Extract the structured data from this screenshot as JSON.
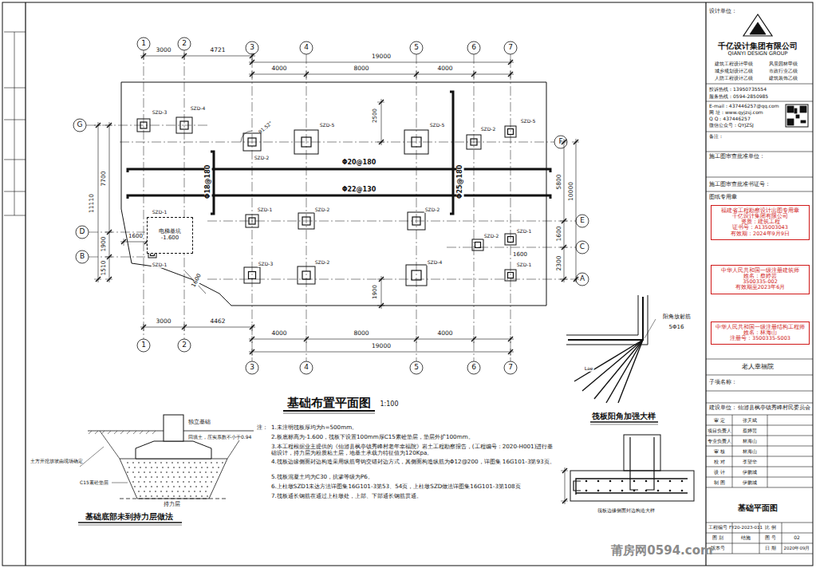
{
  "diagram": {
    "title": "基础布置平面图",
    "nodes": [
      {
        "text": [
          "电梯基坑",
          "-1.600"
        ]
      },
      {
        "text": [
          "福建省工程勘察设计出图专用章",
          "千亿设计集团有限公司",
          "资质：建筑工程",
          "证书号：A135003043",
          "有效期：2024年9月9日"
        ]
      },
      {
        "text": [
          "中华人民共和国一级注册建筑师",
          "姓名：蔡婷芸",
          "3500335-002",
          "有效期至2023年6月"
        ]
      },
      {
        "text": [
          "中华人民共和国一级注册结构工程师",
          "姓名：林海山",
          "注册号：3500335-S003"
        ]
      }
    ],
    "labels": [
      "1",
      "2",
      "3",
      "4",
      "5",
      "6",
      "7",
      "1",
      "2",
      "3",
      "4",
      "5",
      "6",
      "7",
      "G",
      "D",
      "B",
      "F",
      "E",
      "C",
      "A",
      "3000",
      "4721",
      "19000",
      "4000",
      "8000",
      "4000",
      "11110",
      "7700",
      "1900",
      "1510",
      "5800",
      "10000",
      "1600",
      "2300",
      "3000",
      "4462",
      "4000",
      "8000",
      "4000",
      "19000",
      "2500",
      "1900",
      "1600",
      "1600",
      "1600",
      "91.52°",
      "Φ20@180",
      "Φ22@130",
      "Φ18@180",
      "Φ25@180",
      "SZD-3",
      "SZD-4",
      "SZD-5",
      "SZD-5",
      "SZD-2",
      "SZD-5",
      "SZD-2",
      "SZD-1",
      "SZD-2",
      "SZD-2",
      "SZD-1",
      "SZD-1",
      "SZD-2",
      "SZD-1",
      "SZD-3",
      "SZD-2",
      "SZD-4",
      "SZD-1",
      "阳角放射筋",
      "5Φ16",
      "Lae",
      "筏板阳角加强大样",
      "1:100",
      "注：",
      "1.未注明筏板厚均为h=500mm。",
      "2.板底标高为-1.600，筏板下设置100mm厚C15素砼垫层，垫层外扩100mm。",
      "3.本工程根据业主提供的《仙游县枫亭镇秀峰村老年幸福院》岩土工程勘察报告，(工程编号：2020-H001)进行基础设计，持力层为粉质粘土层，地基土承载力特征值为120Kpa。",
      "4.筏板边缘侧面封边构造采用纵筋弯钩交错封边方式，其侧面构造纵筋为Φ12@200，详图集 16G101-3第93页。",
      "5.筏板混凝土均为C30，抗渗等级为P6。",
      "6.上柱墩SZD1未达方法详图集16G101-3第53、54页，上柱墩SZD做法详图集16G101-3第108页",
      "7.筏板通长钢筋在通过上柱墩处，上部、下部通长钢筋贯通。",
      "基础底部未到持力层做法",
      "独立基础",
      "回填土，压实系数不小于0.94",
      "C15素砼垫层",
      "持力层",
      "土方开挖放坡由现场确定",
      "筏板边缘侧面封边构造大样",
      "设计单位：",
      "千亿设计集团有限公司",
      "QIANYI DESIGN GROUP",
      "建筑工程设计甲级",
      "风景园林甲级",
      "城乡规划设计乙级",
      "市政行业乙级",
      "人防工程设计乙级",
      "建筑装饰乙级",
      "投诉热线：13950735554",
      "服务热线：0594-2850985",
      "E-mail：437446257@qq.com",
      "网 址：www.qyjzsj.com",
      "Q Q：437446257",
      "微信公众号：QYJZSJ",
      "备注：",
      "施工图审查批准单位：",
      "施工图审查批准书证号：",
      "图纸专用章",
      "老人幸福院",
      "子项名称：",
      "建设单位：",
      "仙游县枫亭镇秀峰村民委员会",
      "审 定",
      "张天斌",
      "项目负责人",
      "蔡婷芸",
      "专业负责人",
      "林海山",
      "审 核",
      "林海山",
      "校 对",
      "李望华",
      "设 计",
      "伊鹏城",
      "制 图",
      "伊鹏城",
      "基础平面图",
      "工程编号",
      "FY20-2023-011",
      "比 例",
      "图 别",
      "结施",
      "图 号",
      "02",
      "版本号",
      "日 期",
      "2020年09月",
      "莆房网0594.com"
    ]
  }
}
